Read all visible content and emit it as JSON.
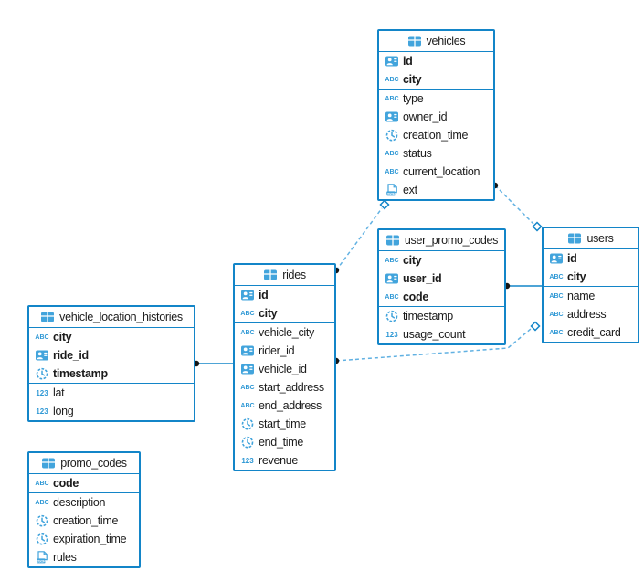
{
  "icons": {
    "text_label": "ABC",
    "int_label": "123",
    "json_label": "JSON"
  },
  "colors": {
    "table_border": "#1385c8",
    "icon_blue": "#42a4dc",
    "icon_text_blue": "#2e98d5",
    "dashed_line": "#61b1e2",
    "solid_line": "#1385c8",
    "dot": "#151515",
    "text": "#1b1b1b"
  },
  "tables": {
    "vehicles": {
      "name": "vehicles",
      "primary_keys": [
        {
          "name": "id",
          "type": "uuid"
        },
        {
          "name": "city",
          "type": "text"
        }
      ],
      "columns": [
        {
          "name": "type",
          "type": "text"
        },
        {
          "name": "owner_id",
          "type": "uuid"
        },
        {
          "name": "creation_time",
          "type": "time"
        },
        {
          "name": "status",
          "type": "text"
        },
        {
          "name": "current_location",
          "type": "text"
        },
        {
          "name": "ext",
          "type": "json"
        }
      ]
    },
    "user_promo_codes": {
      "name": "user_promo_codes",
      "primary_keys": [
        {
          "name": "city",
          "type": "text"
        },
        {
          "name": "user_id",
          "type": "uuid"
        },
        {
          "name": "code",
          "type": "text"
        }
      ],
      "columns": [
        {
          "name": "timestamp",
          "type": "time"
        },
        {
          "name": "usage_count",
          "type": "int"
        }
      ]
    },
    "users": {
      "name": "users",
      "primary_keys": [
        {
          "name": "id",
          "type": "uuid"
        },
        {
          "name": "city",
          "type": "text"
        }
      ],
      "columns": [
        {
          "name": "name",
          "type": "text"
        },
        {
          "name": "address",
          "type": "text"
        },
        {
          "name": "credit_card",
          "type": "text"
        }
      ]
    },
    "rides": {
      "name": "rides",
      "primary_keys": [
        {
          "name": "id",
          "type": "uuid"
        },
        {
          "name": "city",
          "type": "text"
        }
      ],
      "columns": [
        {
          "name": "vehicle_city",
          "type": "text"
        },
        {
          "name": "rider_id",
          "type": "uuid"
        },
        {
          "name": "vehicle_id",
          "type": "uuid"
        },
        {
          "name": "start_address",
          "type": "text"
        },
        {
          "name": "end_address",
          "type": "text"
        },
        {
          "name": "start_time",
          "type": "time"
        },
        {
          "name": "end_time",
          "type": "time"
        },
        {
          "name": "revenue",
          "type": "int"
        }
      ]
    },
    "vehicle_location_histories": {
      "name": "vehicle_location_histories",
      "primary_keys": [
        {
          "name": "city",
          "type": "text"
        },
        {
          "name": "ride_id",
          "type": "uuid"
        },
        {
          "name": "timestamp",
          "type": "time"
        }
      ],
      "columns": [
        {
          "name": "lat",
          "type": "int"
        },
        {
          "name": "long",
          "type": "int"
        }
      ]
    },
    "promo_codes": {
      "name": "promo_codes",
      "primary_keys": [
        {
          "name": "code",
          "type": "text"
        }
      ],
      "columns": [
        {
          "name": "description",
          "type": "text"
        },
        {
          "name": "creation_time",
          "type": "time"
        },
        {
          "name": "expiration_time",
          "type": "time"
        },
        {
          "name": "rules",
          "type": "json"
        }
      ]
    }
  },
  "relationships": [
    {
      "from": "rides",
      "to": "vehicles",
      "line": "dashed"
    },
    {
      "from": "vehicles",
      "to": "users",
      "line": "dashed"
    },
    {
      "from": "user_promo_codes",
      "to": "users",
      "line": "solid"
    },
    {
      "from": "rides",
      "to": "users",
      "line": "dashed"
    },
    {
      "from": "vehicle_location_histories",
      "to": "rides",
      "line": "solid"
    }
  ]
}
